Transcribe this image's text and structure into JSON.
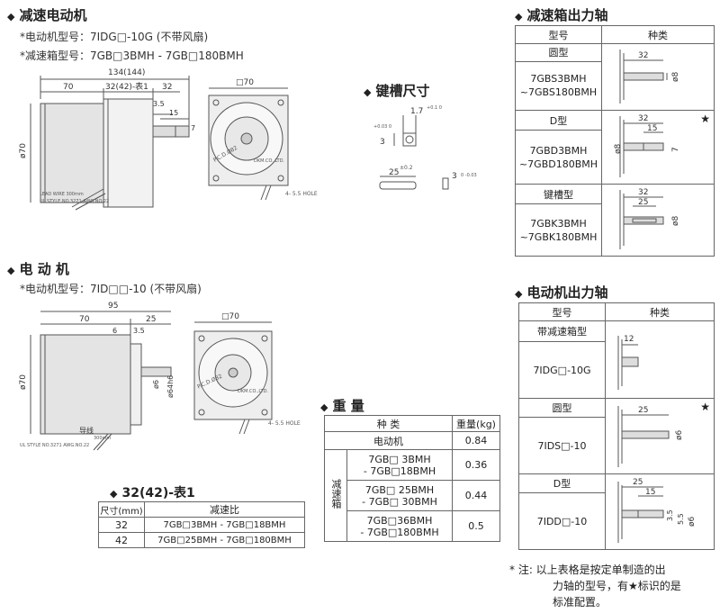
{
  "sec1": {
    "title": "减速电动机",
    "motor_model": "*电动机型号：7IDG□-10G (不带风扇)",
    "gearbox_model": "*减速箱型号：7GB□3BMH - 7GB□180BMH",
    "dims": {
      "total": "134(144)",
      "d70": "70",
      "d32_42": "32(42)-表1",
      "d32": "32",
      "d3_5": "3.5",
      "d15": "15",
      "d7": "7",
      "phi70": "ø70",
      "sq70": "□70",
      "pcd": "P.C.D.Ø82",
      "brand": "DKM.CO.,LTD.",
      "hole": "4- 5.5 HOLE",
      "w1": "LEAD WIRE 300mm",
      "w2": "UL STYLE NO.3271 AWG.NO.22"
    }
  },
  "keyway": {
    "title": "键槽尺寸",
    "d1": "1.7",
    "t1": "+0.1 0",
    "d3": "3",
    "t3": "+0.03 0",
    "d25": "25",
    "t25": "±0.2",
    "d3b": "3",
    "t3b": "0 -0.03"
  },
  "sec2": {
    "title": "电 动 机",
    "motor_model": "*电动机型号：7ID□□-10 (不带风扇)",
    "dims": {
      "d95": "95",
      "d70": "70",
      "d25": "25",
      "d6": "6",
      "d3_5": "3.5",
      "phi70": "ø70",
      "phi6": "ø6",
      "phi64": "ø64h6",
      "sq70": "□70",
      "pcd": "P.C.D.Ø82",
      "brand": "DKM.CO.,LTD.",
      "hole": "4- 5.5 HOLE",
      "lead": "导线",
      "w1": "300mm",
      "w2": "UL STYLE NO.3271 AWG.NO.22"
    }
  },
  "table1": {
    "title": "32(42)-表1",
    "headers": [
      "尺寸(mm)",
      "减速比"
    ],
    "rows": [
      [
        "32",
        "7GB□3BMH - 7GB□18BMH"
      ],
      [
        "42",
        "7GB□25BMH - 7GB□180BMH"
      ]
    ]
  },
  "weight": {
    "title": "重 量",
    "headers": [
      "种 类",
      "重量(kg)"
    ],
    "motor_label": "电动机",
    "motor_value": "0.84",
    "group_label": "减速箱",
    "rows": [
      {
        "l1": "7GB□ 3BMH",
        "l2": "- 7GB□18BMH",
        "v": "0.36"
      },
      {
        "l1": "7GB□ 25BMH",
        "l2": "- 7GB□ 30BMH",
        "v": "0.44"
      },
      {
        "l1": "7GB□36BMH",
        "l2": "- 7GB□180BMH",
        "v": "0.5"
      }
    ]
  },
  "gear_shaft": {
    "title": "减速箱出力轴",
    "headers": [
      "型号",
      "种类"
    ],
    "rows": [
      {
        "type": "圆型",
        "m1": "7GBS3BMH",
        "m2": "~7GBS180BMH",
        "dims": [
          "32",
          "ø8"
        ],
        "star": false
      },
      {
        "type": "D型",
        "m1": "7GBD3BMH",
        "m2": "~7GBD180BMH",
        "dims": [
          "32",
          "15",
          "ø8",
          "7"
        ],
        "star": true
      },
      {
        "type": "键槽型",
        "m1": "7GBK3BMH",
        "m2": "~7GBK180BMH",
        "dims": [
          "32",
          "25",
          "ø8"
        ],
        "star": false
      }
    ]
  },
  "motor_shaft": {
    "title": "电动机出力轴",
    "headers": [
      "型号",
      "种类"
    ],
    "rows": [
      {
        "type": "带减速箱型",
        "model": "7IDG□-10G",
        "dims": [
          "12"
        ],
        "star": false
      },
      {
        "type": "圆型",
        "model": "7IDS□-10",
        "dims": [
          "25",
          "ø6"
        ],
        "star": true
      },
      {
        "type": "D型",
        "model": "7IDD□-10",
        "dims": [
          "25",
          "15",
          "3.5",
          "5.5",
          "ø6"
        ],
        "star": false
      }
    ]
  },
  "note": {
    "mark": "*",
    "line1": "注:  以上表格是按定单制造的出",
    "line2": "力轴的型号，有★标识的是",
    "line3": "标准配置。"
  },
  "icons": {
    "bullet": "diamond-icon",
    "star": "star-icon"
  }
}
